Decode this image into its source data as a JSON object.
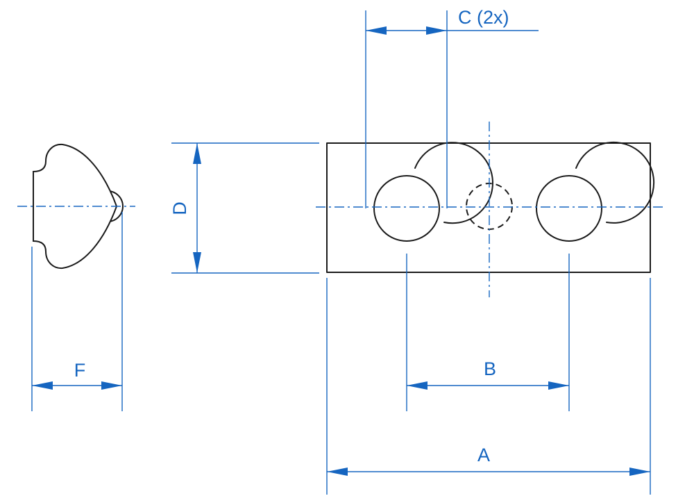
{
  "labels": {
    "a": "A",
    "b": "B",
    "c": "C (2x)",
    "d": "D",
    "f": "F"
  },
  "colors": {
    "dimension": "#1565c0",
    "part_outline": "#1a1a1a",
    "background": "#ffffff"
  }
}
